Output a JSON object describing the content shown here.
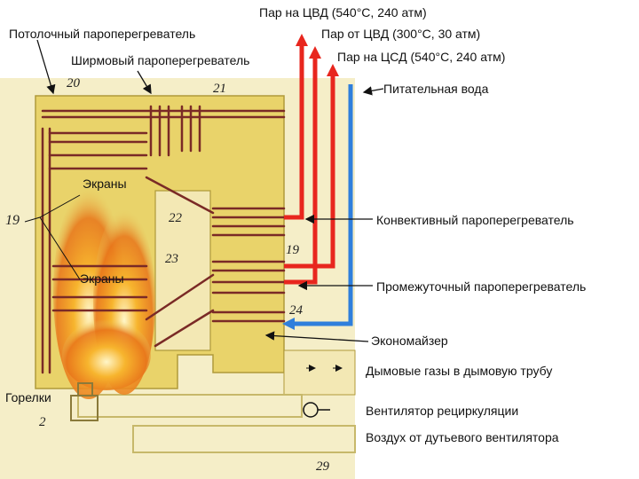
{
  "labels": {
    "steam_hp": "Пар на ЦВД (540°С, 240 атм)",
    "steam_from_hp": "Пар от ЦВД (300°С, 30 атм)",
    "steam_ip": "Пар на ЦСД (540°С, 240 атм)",
    "ceiling_superheater": "Потолочный пароперегреватель",
    "screen_superheater": "Ширмовый пароперегреватель",
    "feed_water": "Питательная вода",
    "screens_top": "Экраны",
    "screens_bottom": "Экраны",
    "convective_superheater": "Конвективный пароперегреватель",
    "reheater": "Промежуточный пароперегреватель",
    "economizer": "Экономайзер",
    "flue_gases": "Дымовые газы в дымовую трубу",
    "burners": "Горелки",
    "recirc_fan": "Вентилятор рециркуляции",
    "air": "Воздух от дутьевого вентилятора"
  },
  "numbers": {
    "n20": "20",
    "n21": "21",
    "n19_left": "19",
    "n22": "22",
    "n23": "23",
    "n19_right": "19",
    "n24": "24",
    "n2": "2",
    "n29": "29"
  },
  "colors": {
    "boiler_fill": "#e9d36a",
    "boiler_light": "#f3e8b4",
    "tube": "#7a2a26",
    "hot_steam": "#e8261e",
    "feed_water": "#2f7fdc",
    "flame": "#f08a1c"
  }
}
